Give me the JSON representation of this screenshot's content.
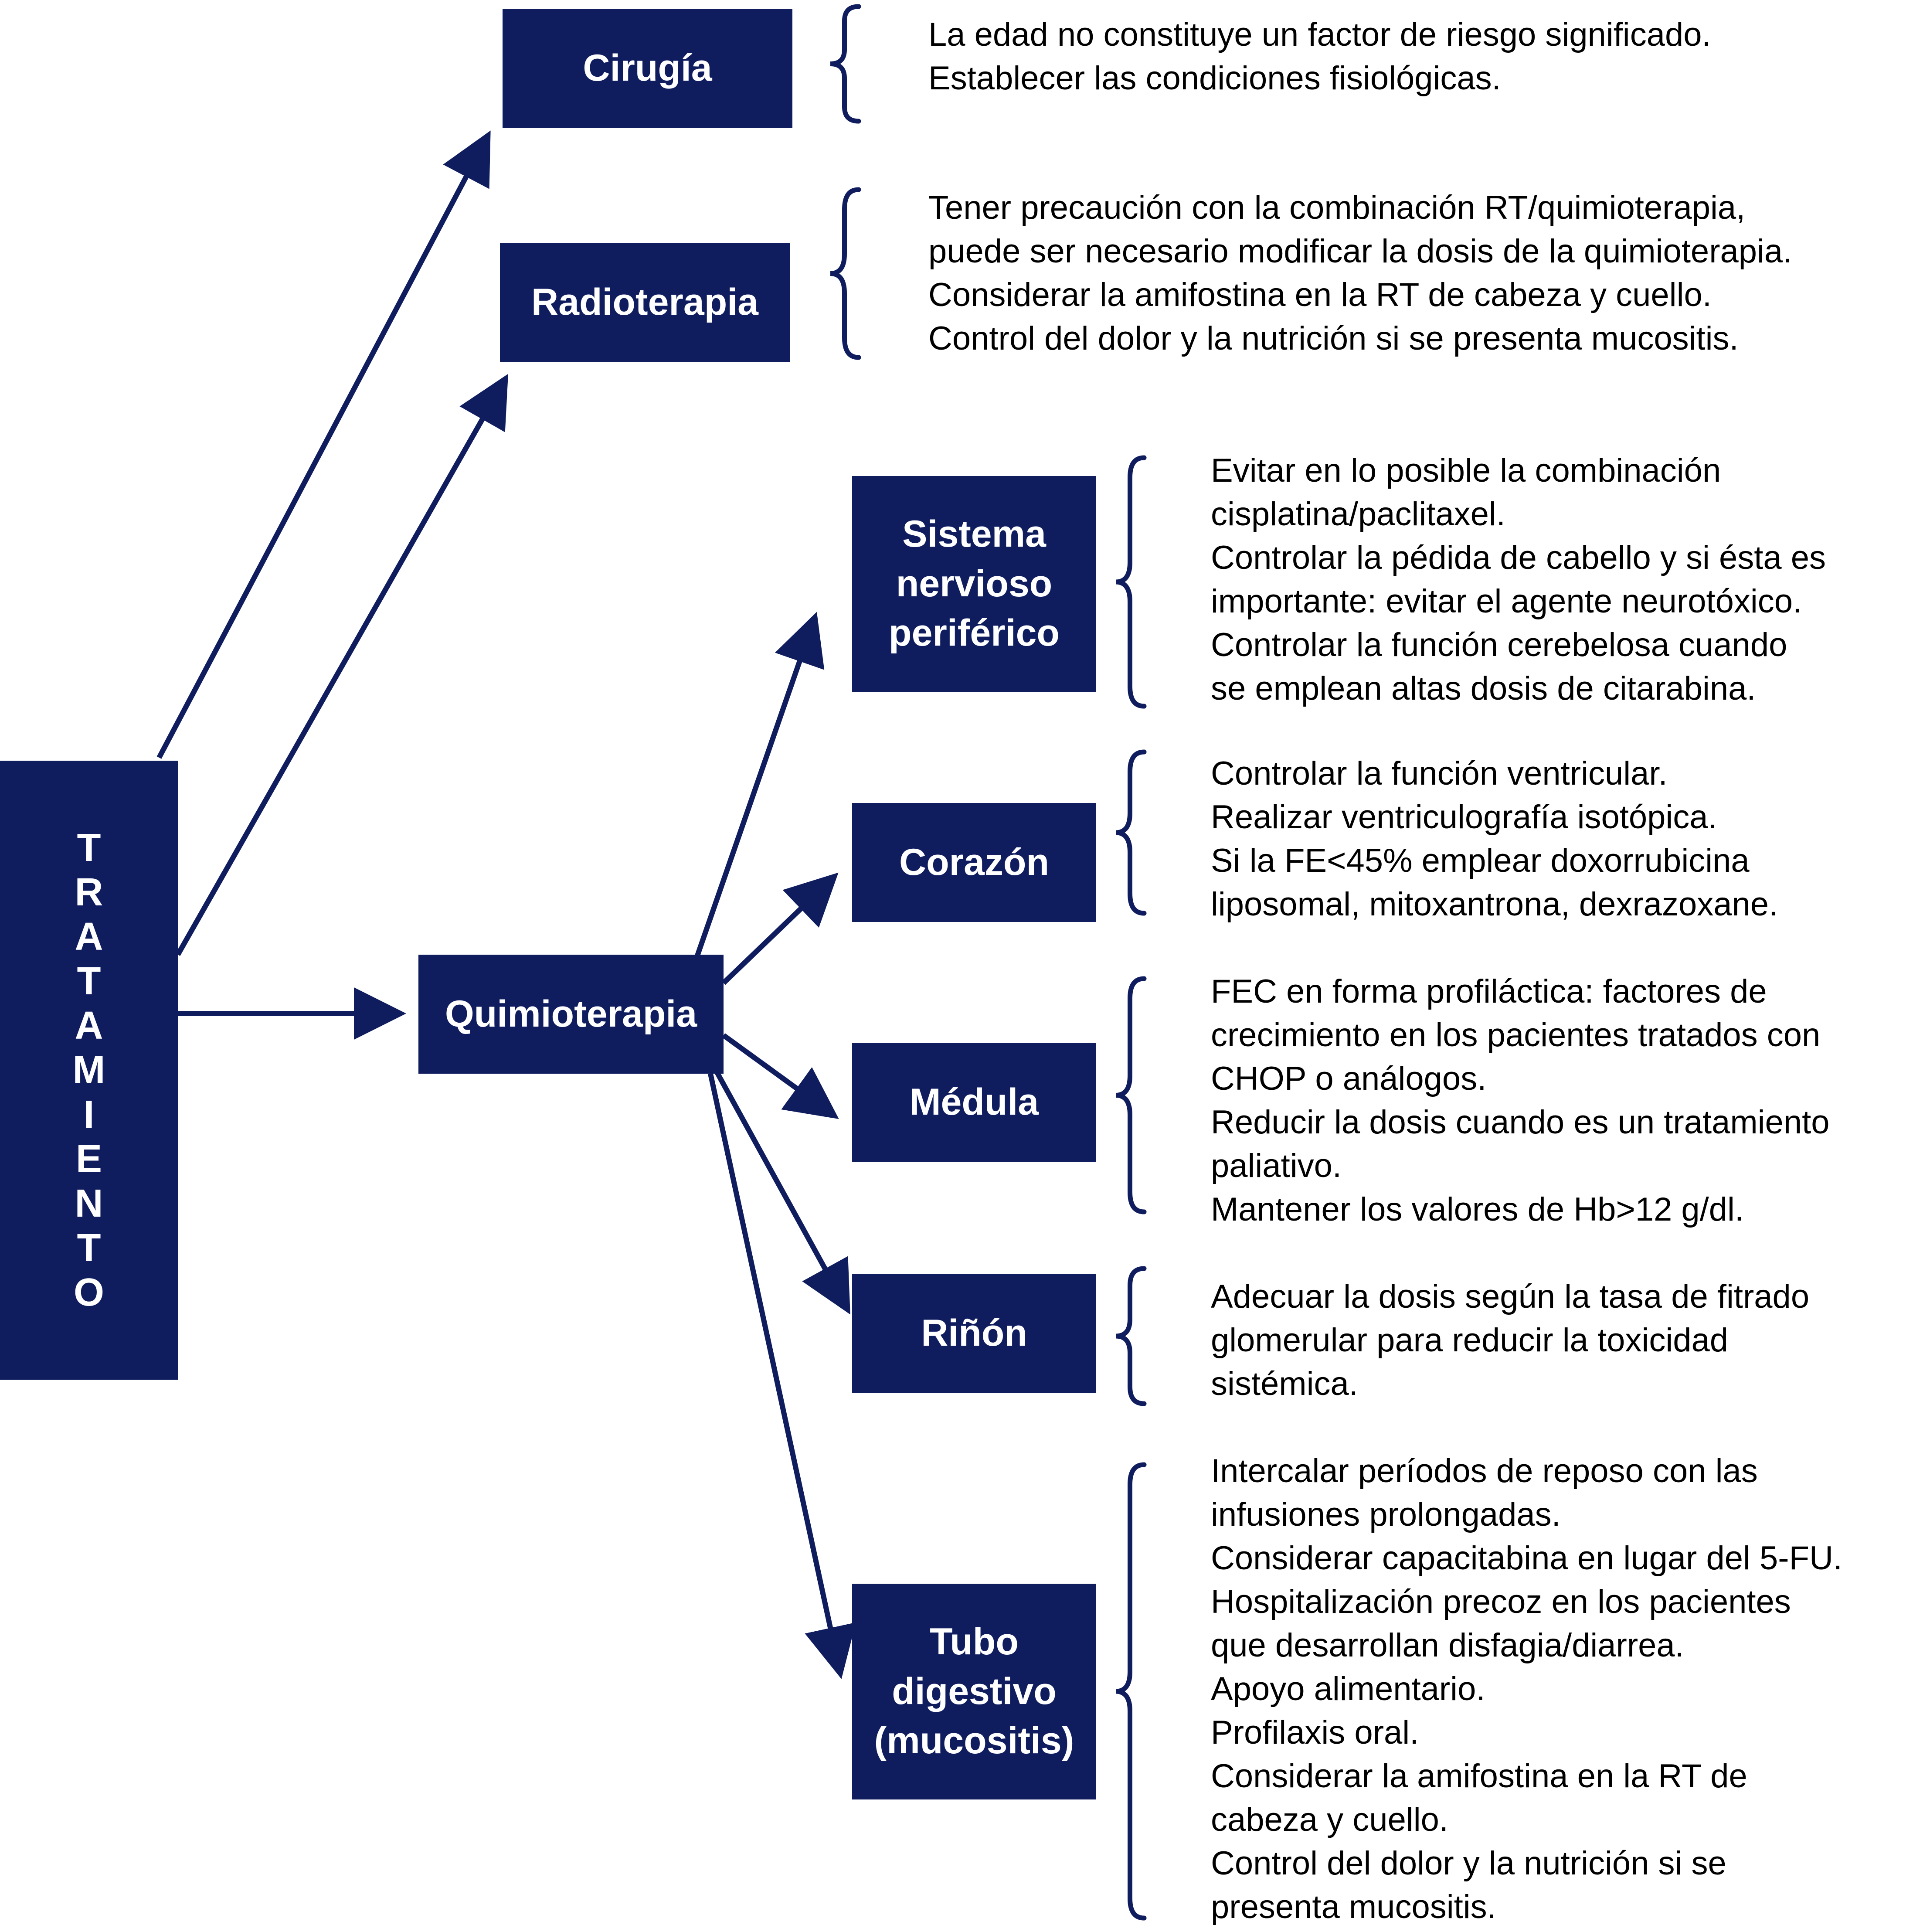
{
  "colors": {
    "box": "#0f1d5f",
    "box_text": "#ffffff",
    "connector": "#0f1d5f",
    "note_text": "#000000"
  },
  "root": {
    "letters": [
      "T",
      "R",
      "A",
      "T",
      "A",
      "M",
      "I",
      "E",
      "N",
      "T",
      "O"
    ]
  },
  "branches": [
    {
      "label": "Cirugía",
      "notes": [
        "La edad no constituye un factor de riesgo significado.",
        "Establecer las condiciones fisiológicas."
      ]
    },
    {
      "label": "Radioterapia",
      "notes": [
        "Tener precaución con la combinación RT/quimioterapia,",
        "puede ser necesario modificar la dosis de la quimioterapia.",
        "Considerar la amifostina en la RT de cabeza y cuello.",
        "Control del dolor y la nutrición si se presenta mucositis."
      ]
    },
    {
      "label": "Quimioterapia"
    }
  ],
  "chemo_targets": [
    {
      "label": "Sistema nervioso periférico",
      "notes": [
        "Evitar en lo posible la combinación",
        "cisplatina/paclitaxel.",
        "Controlar la pédida de cabello y si ésta es",
        "importante: evitar el agente neurotóxico.",
        "Controlar la función cerebelosa cuando",
        "se emplean altas dosis de citarabina."
      ]
    },
    {
      "label": "Corazón",
      "notes": [
        "Controlar la función ventricular.",
        "Realizar ventriculografía isotópica.",
        "Si la FE<45% emplear doxorrubicina",
        "liposomal, mitoxantrona, dexrazoxane."
      ]
    },
    {
      "label": "Médula",
      "notes": [
        "FEC en forma profiláctica: factores de",
        "crecimiento en los pacientes tratados con",
        "CHOP o análogos.",
        "Reducir la dosis cuando es un tratamiento",
        "paliativo.",
        "Mantener los valores de Hb>12 g/dl."
      ]
    },
    {
      "label": "Riñón",
      "notes": [
        "Adecuar la dosis según la tasa de fitrado",
        "glomerular para reducir la toxicidad",
        "sistémica."
      ]
    },
    {
      "label": "Tubo digestivo (mucositis)",
      "notes": [
        "Intercalar períodos de reposo con las",
        "infusiones prolongadas.",
        "Considerar capacitabina en lugar del 5-FU.",
        "Hospitalización precoz en los pacientes",
        "que desarrollan disfagia/diarrea.",
        "Apoyo alimentario.",
        "Profilaxis oral.",
        "Considerar la amifostina en la RT de",
        "cabeza y cuello.",
        "Control del dolor y la nutrición si se",
        "presenta mucositis."
      ]
    }
  ]
}
